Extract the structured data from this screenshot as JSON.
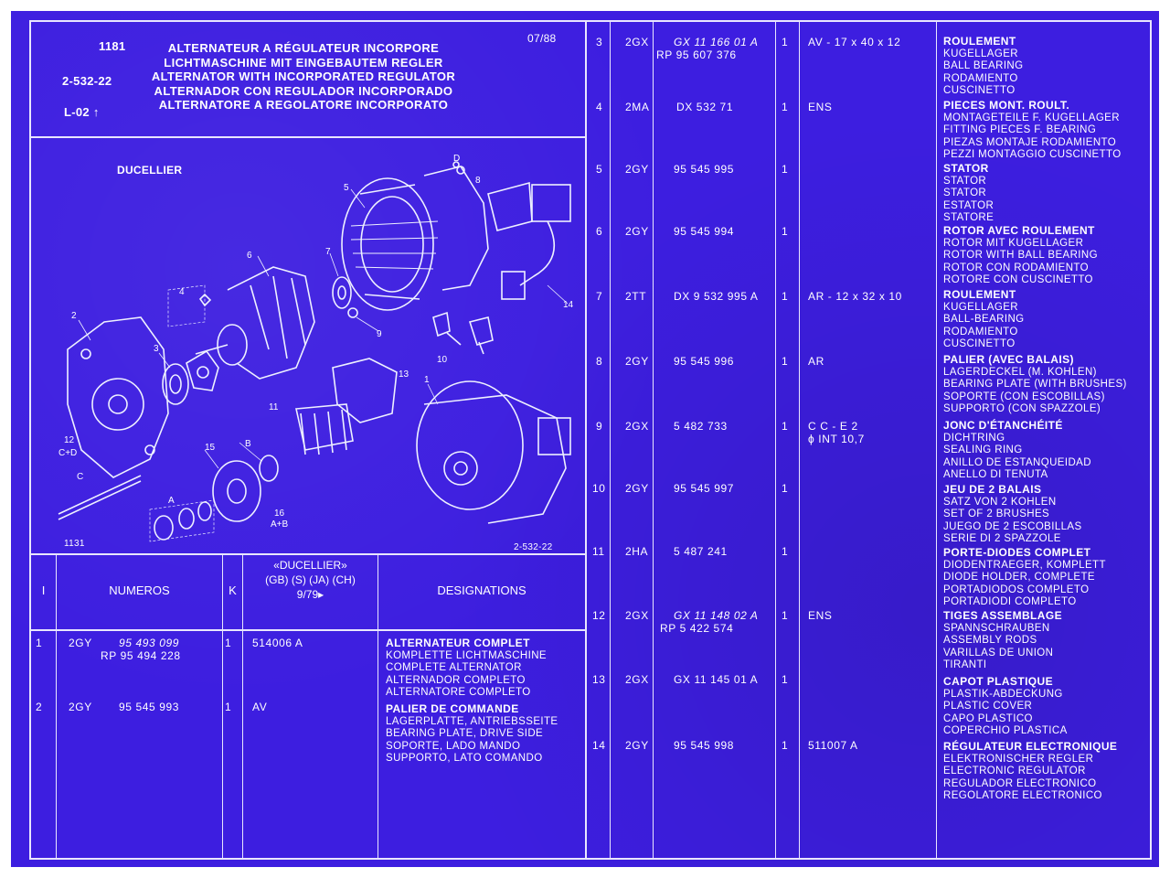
{
  "header": {
    "number": "1181",
    "date": "07/88",
    "code": "2-532-22",
    "ref": "L-02",
    "titles": [
      "ALTERNATEUR A RÉGULATEUR INCORPORE",
      "LICHTMASCHINE MIT EINGEBAUTEM REGLER",
      "ALTERNATOR WITH INCORPORATED REGULATOR",
      "ALTERNADOR CON REGULADOR INCORPORADO",
      "ALTERNATORE A REGOLATORE INCORPORATO"
    ]
  },
  "diagram": {
    "brand": "DUCELLIER",
    "bottom_left": "1131",
    "bottom_right": "2-532-22",
    "callouts": [
      "1",
      "2",
      "3",
      "4",
      "5",
      "6",
      "7",
      "8",
      "9",
      "10",
      "11",
      "12",
      "13",
      "14",
      "15",
      "16",
      "A",
      "B",
      "C",
      "D",
      "A+B",
      "C+D"
    ]
  },
  "table_headers": {
    "col1": "I",
    "numeros": "NUMEROS",
    "k": "K",
    "ducellier_line1": "«DUCELLIER»",
    "ducellier_line2": "(GB) (S) (JA) (CH)",
    "ducellier_line3": "9/79▸",
    "designations": "DESIGNATIONS"
  },
  "left_rows": [
    {
      "idx": "1",
      "code": "2GY",
      "num1": "95 493 099",
      "num2": "RP 95 494 228",
      "k": "1",
      "ref": "514006 A",
      "desig": [
        "ALTERNATEUR COMPLET",
        "KOMPLETTE LICHTMASCHINE",
        "COMPLETE ALTERNATOR",
        "ALTERNADOR COMPLETO",
        "ALTERNATORE COMPLETO"
      ]
    },
    {
      "idx": "2",
      "code": "2GY",
      "num1": "95 545 993",
      "num2": "",
      "k": "1",
      "ref": "AV",
      "desig": [
        "PALIER DE COMMANDE",
        "LAGERPLATTE, ANTRIEBSSEITE",
        "BEARING PLATE, DRIVE SIDE",
        "SOPORTE, LADO MANDO",
        "SUPPORTO, LATO COMANDO"
      ]
    }
  ],
  "right_rows": [
    {
      "idx": "3",
      "code": "2GX",
      "num1": "GX 11 166 01 A",
      "num2": "RP 95 607 376",
      "k": "1",
      "ref": "AV - 17 x 40 x 12",
      "desig": [
        "ROULEMENT",
        "KUGELLAGER",
        "BALL BEARING",
        "RODAMIENTO",
        "CUSCINETTO"
      ]
    },
    {
      "idx": "4",
      "code": "2MA",
      "num1": "DX 532 71",
      "num2": "",
      "k": "1",
      "ref": "ENS",
      "desig": [
        "PIECES MONT. ROULT.",
        "MONTAGETEILE F. KUGELLAGER",
        "FITTING PIECES F. BEARING",
        "PIEZAS MONTAJE RODAMIENTO",
        "PEZZI MONTAGGIO CUSCINETTO"
      ]
    },
    {
      "idx": "5",
      "code": "2GY",
      "num1": "95 545 995",
      "num2": "",
      "k": "1",
      "ref": "",
      "desig": [
        "STATOR",
        "STATOR",
        "STATOR",
        "ESTATOR",
        "STATORE"
      ]
    },
    {
      "idx": "6",
      "code": "2GY",
      "num1": "95 545 994",
      "num2": "",
      "k": "1",
      "ref": "",
      "desig": [
        "ROTOR AVEC ROULEMENT",
        "ROTOR MIT KUGELLAGER",
        "ROTOR WITH BALL BEARING",
        "ROTOR CON RODAMIENTO",
        "ROTORE CON CUSCINETTO"
      ]
    },
    {
      "idx": "7",
      "code": "2TT",
      "num1": "DX 9 532 995 A",
      "num2": "",
      "k": "1",
      "ref": "AR - 12 x 32 x 10",
      "desig": [
        "ROULEMENT",
        "KUGELLAGER",
        "BALL-BEARING",
        "RODAMIENTO",
        "CUSCINETTO"
      ]
    },
    {
      "idx": "8",
      "code": "2GY",
      "num1": "95 545 996",
      "num2": "",
      "k": "1",
      "ref": "AR",
      "desig": [
        "PALIER (AVEC BALAIS)",
        "LAGERDECKEL (M. KOHLEN)",
        "BEARING PLATE (WITH BRUSHES)",
        "SOPORTE (CON ESCOBILLAS)",
        "SUPPORTO (CON SPAZZOLE)"
      ]
    },
    {
      "idx": "9",
      "code": "2GX",
      "num1": "5 482 733",
      "num2": "",
      "k": "1",
      "ref": "C C - E 2",
      "ref2": "ϕ INT 10,7",
      "desig": [
        "JONC D'ÉTANCHÉITÉ",
        "DICHTRING",
        "SEALING RING",
        "ANILLO DE ESTANQUEIDAD",
        "ANELLO DI TENUTA"
      ]
    },
    {
      "idx": "10",
      "code": "2GY",
      "num1": "95 545 997",
      "num2": "",
      "k": "1",
      "ref": "",
      "desig": [
        "JEU DE 2 BALAIS",
        "SATZ VON 2 KOHLEN",
        "SET OF 2 BRUSHES",
        "JUEGO DE 2 ESCOBILLAS",
        "SERIE DI 2 SPAZZOLE"
      ]
    },
    {
      "idx": "11",
      "code": "2HA",
      "num1": "5 487 241",
      "num2": "",
      "k": "1",
      "ref": "",
      "desig": [
        "PORTE-DIODES COMPLET",
        "DIODENTRAEGER, KOMPLETT",
        "DIODE HOLDER, COMPLETE",
        "PORTADIODOS COMPLETO",
        "PORTADIODI COMPLETO"
      ]
    },
    {
      "idx": "12",
      "code": "2GX",
      "num1": "GX 11 148 02 A",
      "num2": "RP 5 422 574",
      "k": "1",
      "ref": "ENS",
      "desig": [
        "TIGES ASSEMBLAGE",
        "SPANNSCHRAUBEN",
        "ASSEMBLY RODS",
        "VARILLAS DE UNION",
        "TIRANTI"
      ]
    },
    {
      "idx": "13",
      "code": "2GX",
      "num1": "GX 11 145 01 A",
      "num2": "",
      "k": "1",
      "ref": "",
      "desig": [
        "CAPOT PLASTIQUE",
        "PLASTIK-ABDECKUNG",
        "PLASTIC COVER",
        "CAPO PLASTICO",
        "COPERCHIO PLASTICA"
      ]
    },
    {
      "idx": "14",
      "code": "2GY",
      "num1": "95 545 998",
      "num2": "",
      "k": "1",
      "ref": "511007 A",
      "desig": [
        "RÉGULATEUR ELECTRONIQUE",
        "ELEKTRONISCHER REGLER",
        "ELECTRONIC REGULATOR",
        "REGULADOR ELECTRONICO",
        "REGOLATORE ELECTRONICO"
      ]
    }
  ],
  "colors": {
    "paper": "#3d1ee0",
    "ink": "#ffffff",
    "lines": "#e9e6ff"
  }
}
